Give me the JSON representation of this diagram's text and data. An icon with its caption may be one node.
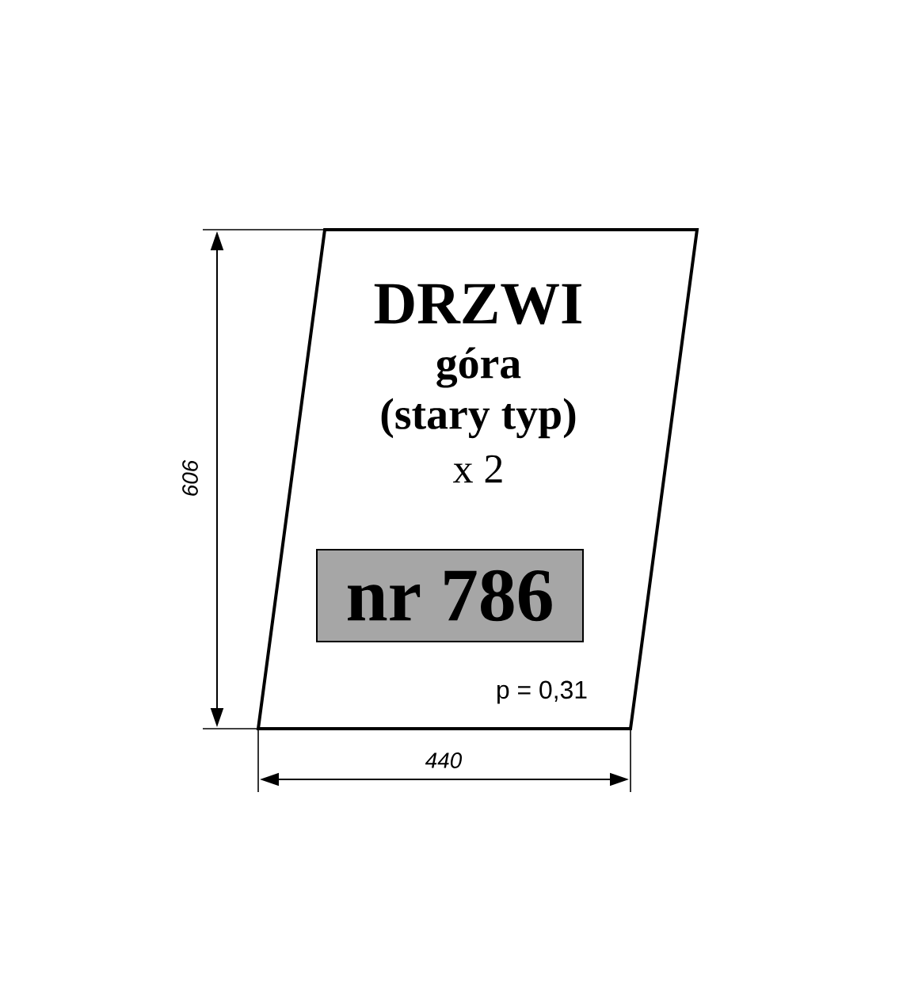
{
  "diagram": {
    "nodes": [
      {
        "text": [
          "DRZWI",
          "góra",
          "(stary typ)",
          "x 2",
          "p = 0,31"
        ]
      },
      {
        "text": [
          "nr 786"
        ],
        "in": 0
      }
    ],
    "edges": [],
    "labels": [
      "606",
      "440"
    ]
  }
}
